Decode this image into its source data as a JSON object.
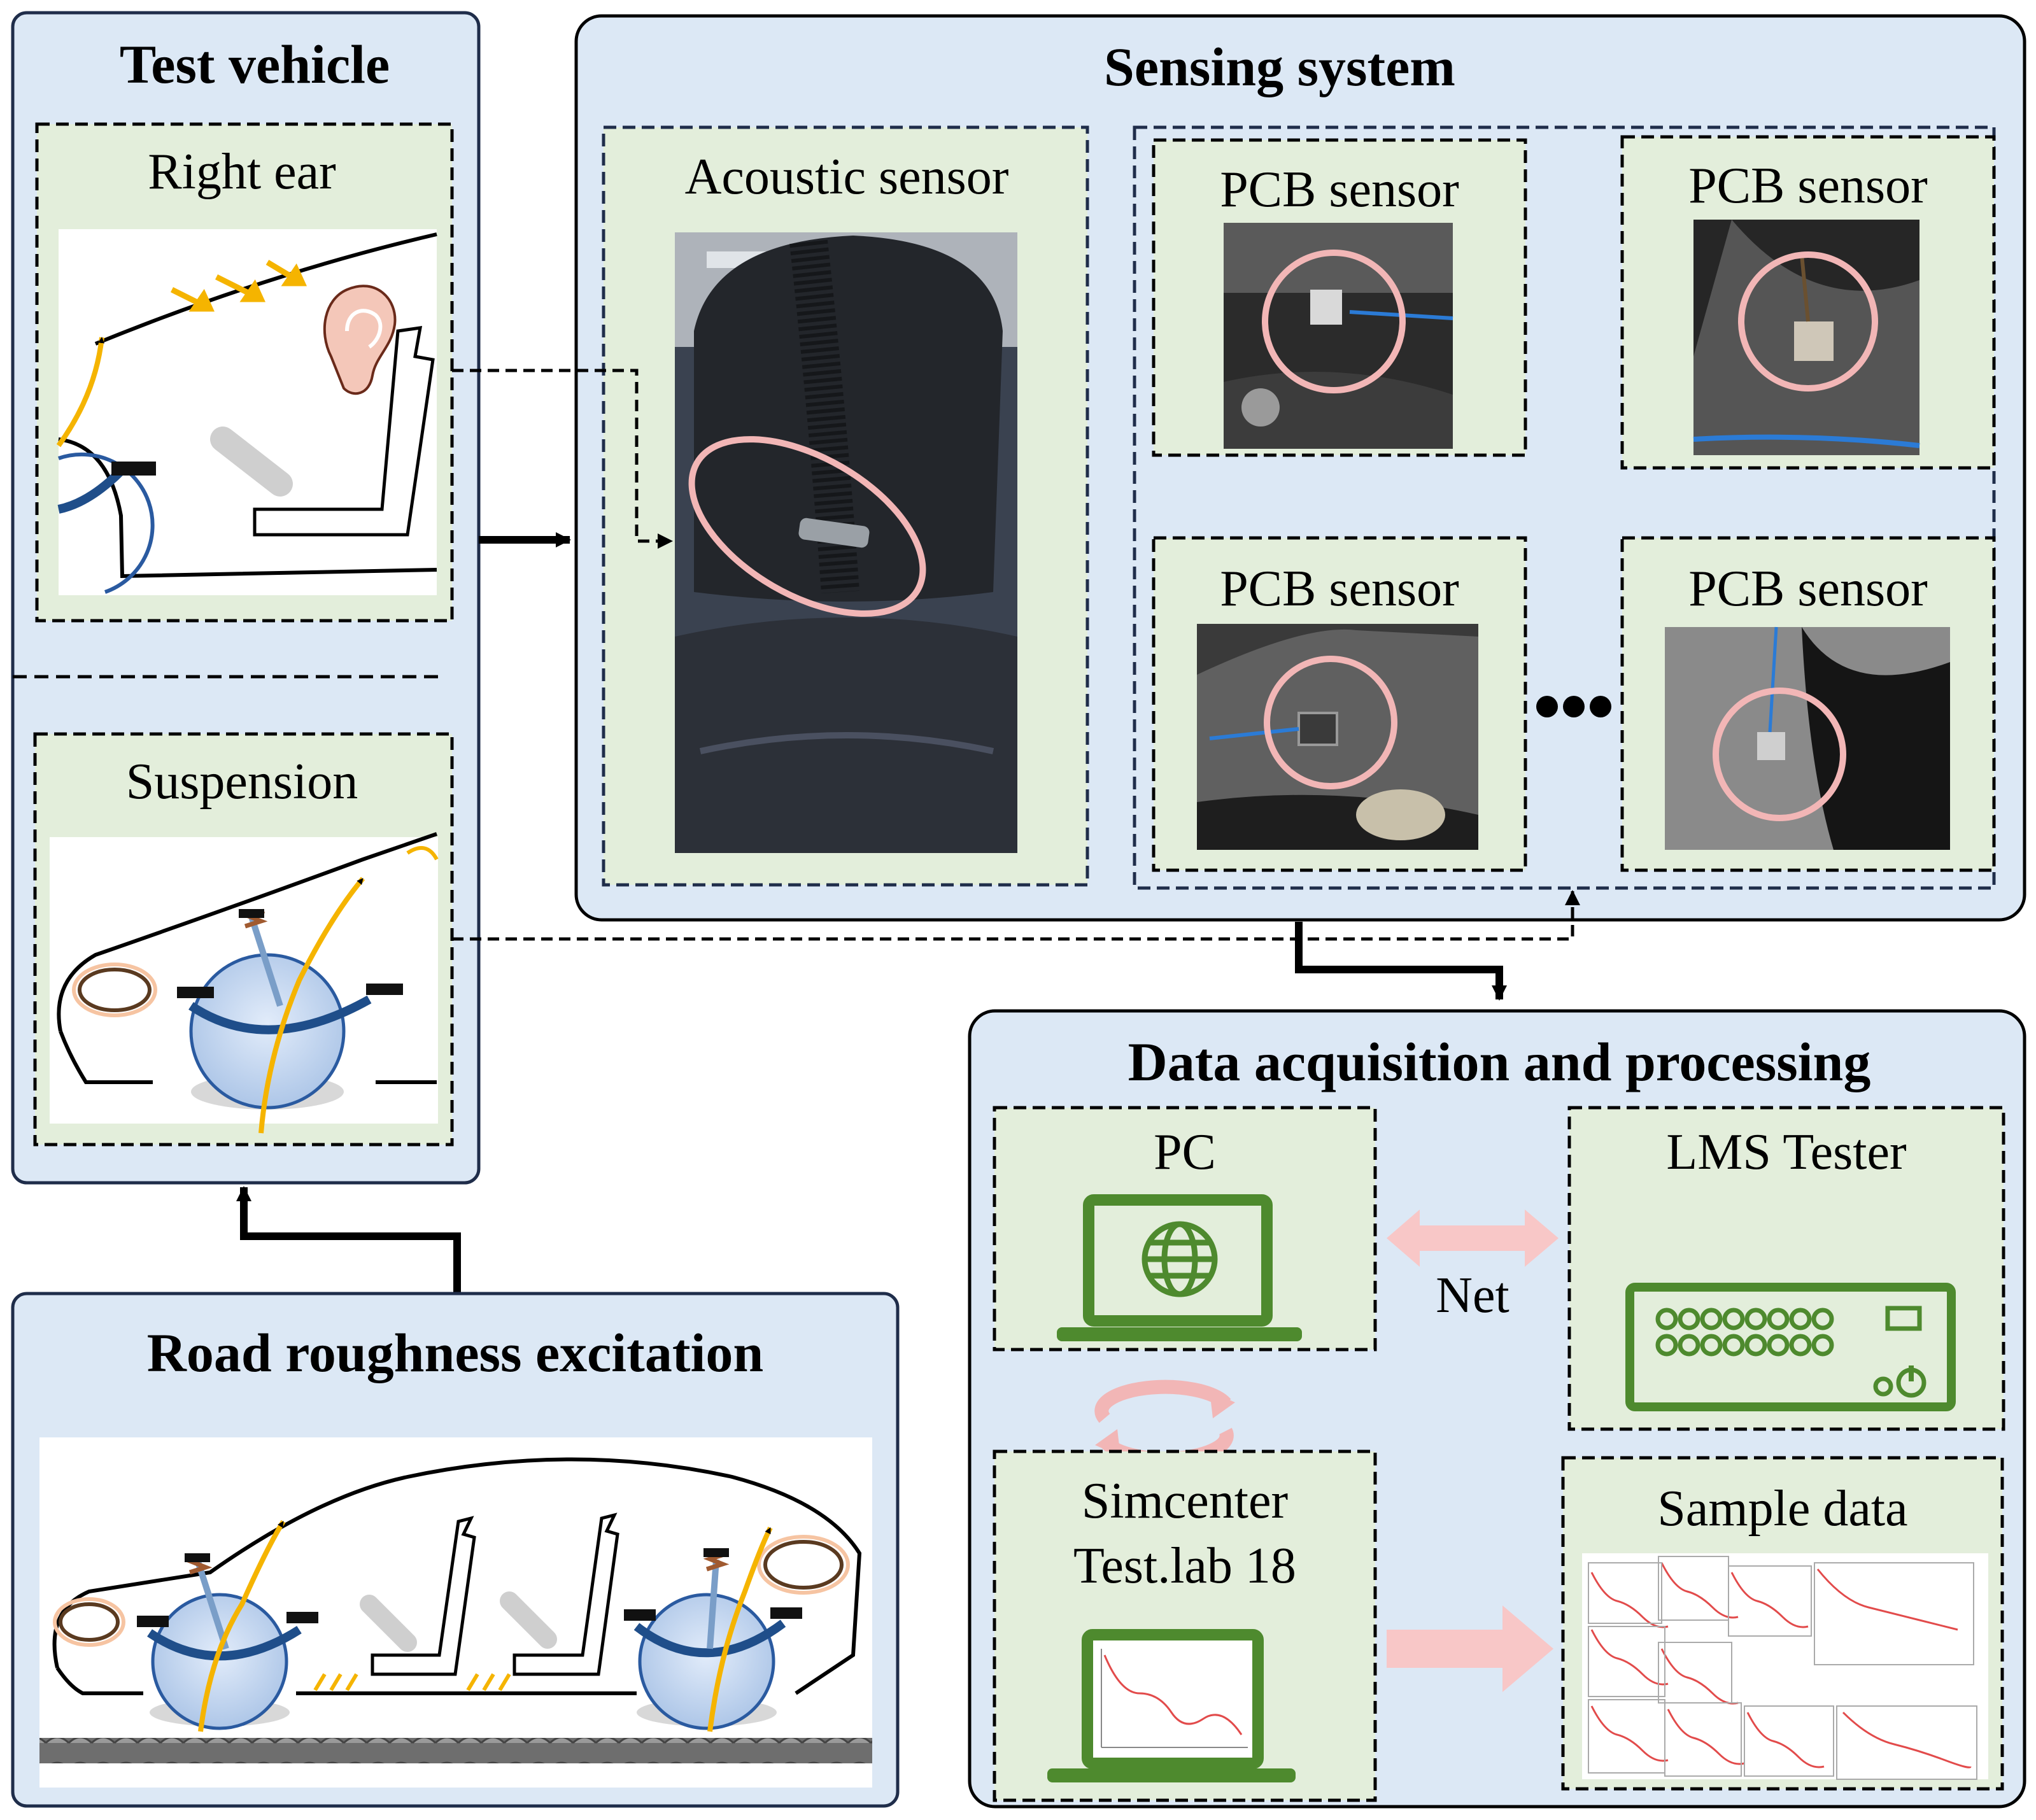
{
  "colors": {
    "panel_fill": "#dce8f5",
    "panel_border": "#1f2d4a",
    "inner_fill": "#e3eedb",
    "laptop_green": "#4e8a2e",
    "pink_highlight": "#f2b6b6",
    "signal_yellow": "#f5b400",
    "wheel_blue": "#1f4e8a"
  },
  "test_vehicle": {
    "title": "Test vehicle",
    "right_ear": {
      "label": "Right ear"
    },
    "suspension": {
      "label": "Suspension"
    }
  },
  "sensing_system": {
    "title": "Sensing system",
    "acoustic": {
      "label": "Acoustic sensor"
    },
    "pcb_sensors": [
      {
        "label": "PCB sensor"
      },
      {
        "label": "PCB sensor"
      },
      {
        "label": "PCB sensor"
      },
      {
        "label": "PCB sensor"
      }
    ]
  },
  "data_acquisition": {
    "title": "Data acquisition and processing",
    "pc": {
      "label": "PC"
    },
    "lms": {
      "label": "LMS Tester"
    },
    "net": {
      "label": "Net"
    },
    "simcenter": {
      "line1": "Simcenter",
      "line2": "Test.lab 18"
    },
    "sample": {
      "label": "Sample data"
    }
  },
  "road": {
    "title": "Road roughness excitation"
  },
  "icons": [
    "ear-icon",
    "globe-icon",
    "laptop-icon",
    "tester-device-icon",
    "sync-arrows-icon",
    "headrest-photo",
    "sensor-photo"
  ]
}
